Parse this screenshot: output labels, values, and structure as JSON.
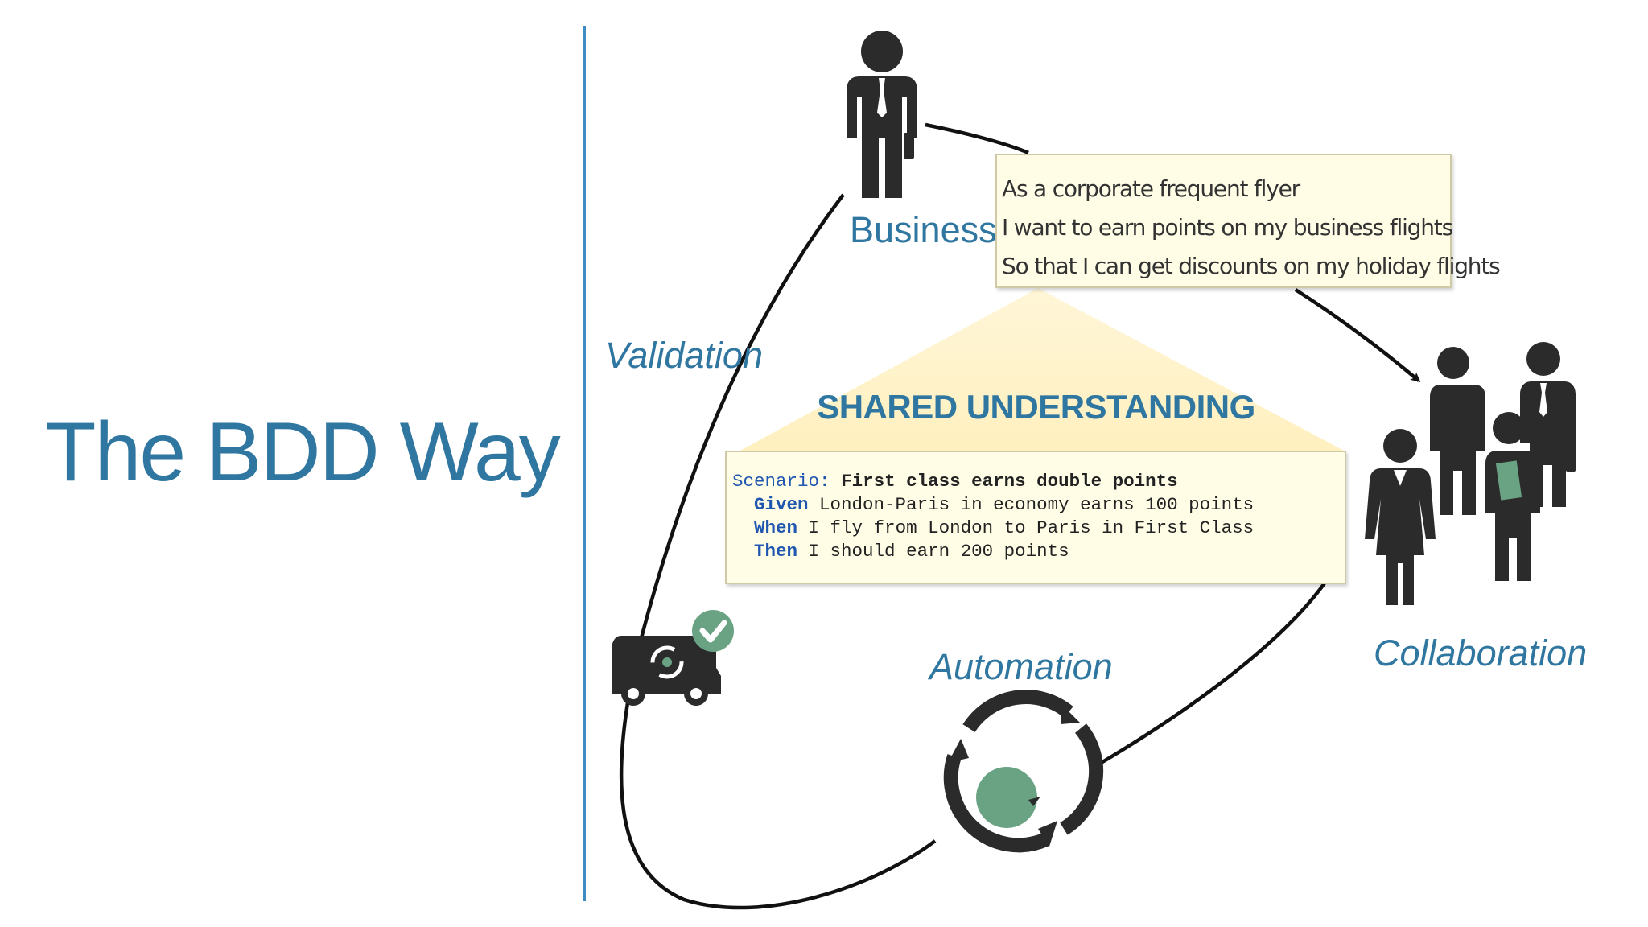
{
  "title": "The BDD Way",
  "labels": {
    "business": "Business",
    "validation": "Validation",
    "shared_understanding": "SHARED UNDERSTANDING",
    "automation": "Automation",
    "collaboration": "Collaboration"
  },
  "user_story": {
    "lines": [
      "As a corporate frequent flyer",
      "I want to earn points on my business flights",
      "So that I can get discounts on my holiday flights"
    ]
  },
  "scenario": {
    "keyword": "Scenario",
    "separator": ":",
    "title": "First class earns double points",
    "steps": [
      {
        "keyword": "Given",
        "text": "London-Paris in economy earns 100 points"
      },
      {
        "keyword": "When",
        "text": "I fly from London to Paris in First Class"
      },
      {
        "keyword": "Then",
        "text": "I should earn 200 points"
      }
    ]
  },
  "colors": {
    "accent": "#2f76a0",
    "divider": "#3f8cc4",
    "box_bg": "#fffde6",
    "keyword": "#1f56b0",
    "icon": "#2b2b2b",
    "green": "#6aa384",
    "triangle": "#fff2c4"
  },
  "icons": [
    "businessman-icon",
    "team-icon",
    "delivery-truck-icon",
    "checkmark-icon",
    "cycle-icon"
  ]
}
